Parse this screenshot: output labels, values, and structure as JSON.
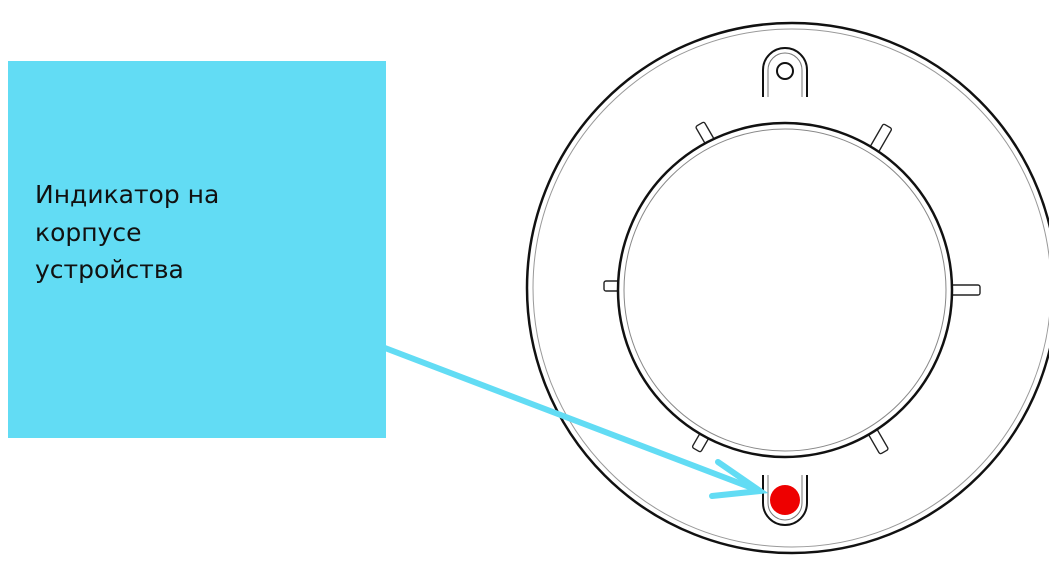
{
  "callout": {
    "text": "Индикатор на\nкорпусе\nустройства"
  },
  "colors": {
    "callout_background": "#62dcf4",
    "arrow": "#62dcf4",
    "indicator": "#ee0000",
    "outline": "#111111",
    "light_outline": "#888888"
  },
  "icons": {
    "device": "smoke-detector-top-view",
    "indicator": "red-led-indicator",
    "mounting_hole": "mounting-hole"
  }
}
